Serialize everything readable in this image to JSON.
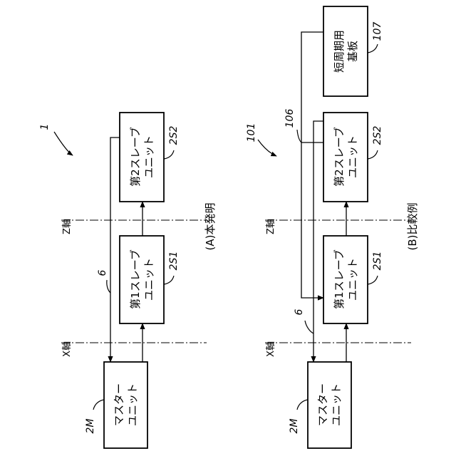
{
  "panel_a": {
    "ref": "1",
    "caption": "(A)本発明",
    "x_axis": "X軸",
    "z_axis": "Z軸",
    "bus": "6",
    "master": {
      "line1": "マスター",
      "line2": "ユニット",
      "ref": "2M"
    },
    "slave1": {
      "line1": "第1スレーブ",
      "line2": "ユニット",
      "ref": "2S1"
    },
    "slave2": {
      "line1": "第2スレーブ",
      "line2": "ユニット",
      "ref": "2S2"
    }
  },
  "panel_b": {
    "ref": "101",
    "caption": "(B)比較例",
    "x_axis": "X軸",
    "z_axis": "Z軸",
    "bus": "6",
    "bus2": "106",
    "master": {
      "line1": "マスター",
      "line2": "ユニット",
      "ref": "2M"
    },
    "slave1": {
      "line1": "第1スレーブ",
      "line2": "ユニット",
      "ref": "2S1"
    },
    "slave2": {
      "line1": "第2スレーブ",
      "line2": "ユニット",
      "ref": "2S2"
    },
    "board": {
      "line1": "短周期用",
      "line2": "基板",
      "ref": "107"
    }
  }
}
